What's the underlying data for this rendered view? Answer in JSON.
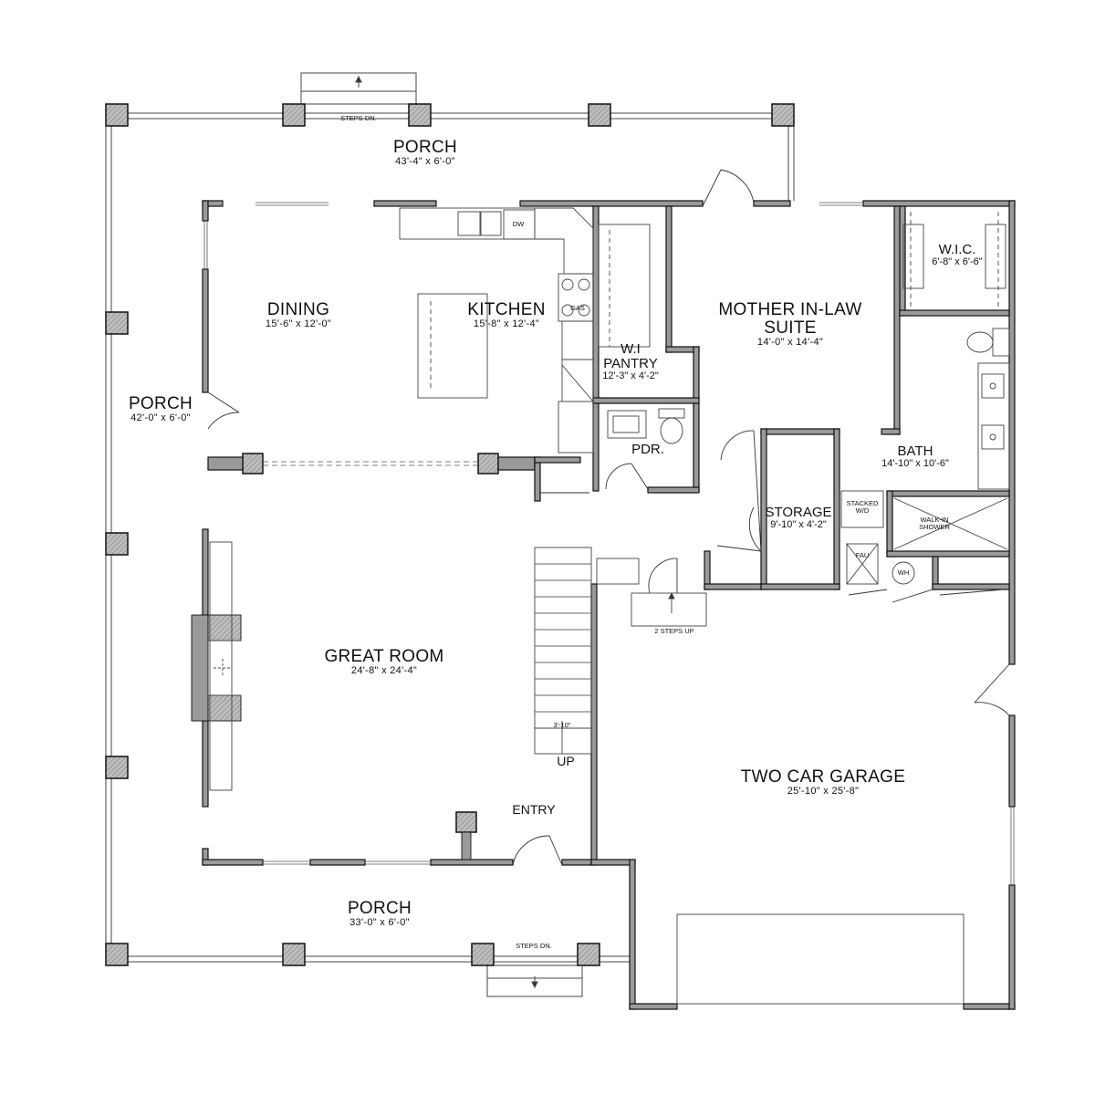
{
  "rooms": {
    "porch_top": {
      "name": "PORCH",
      "dims": "43'-4\" x 6'-0\""
    },
    "porch_left": {
      "name": "PORCH",
      "dims": "42'-0\" x 6'-0\""
    },
    "porch_bottom": {
      "name": "PORCH",
      "dims": "33'-0\" x 6'-0\""
    },
    "dining": {
      "name": "DINING",
      "dims": "15'-6\" x 12'-0\""
    },
    "kitchen": {
      "name": "KITCHEN",
      "dims": "15'-8\" x 12'-4\""
    },
    "pantry": {
      "name_line1": "W.I",
      "name_line2": "PANTRY",
      "dims": "12'-3\" x 4'-2\""
    },
    "pdr": {
      "name": "PDR."
    },
    "suite": {
      "name_line1": "MOTHER IN-LAW",
      "name_line2": "SUITE",
      "dims": "14'-0\" x 14'-4\""
    },
    "wic": {
      "name": "W.I.C.",
      "dims": "6'-8\" x 6'-6\""
    },
    "bath": {
      "name": "BATH",
      "dims": "14'-10\" x 10'-6\""
    },
    "storage": {
      "name": "STORAGE",
      "dims": "9'-10\" x 4'-2\""
    },
    "great_room": {
      "name": "GREAT ROOM",
      "dims": "24'-8\" x 24'-4\""
    },
    "garage": {
      "name": "TWO CAR GARAGE",
      "dims": "25'-10\" x 25'-8\""
    }
  },
  "notes": {
    "steps_dn_top": "STEPS DN.",
    "steps_dn_bottom": "STEPS DN.",
    "two_steps_up": "2 STEPS UP",
    "stair_width": "3'-10\"",
    "stair_up": "UP",
    "entry": "ENTRY",
    "dw": "DW",
    "gas": "GAS",
    "stacked_line1": "STACKED",
    "stacked_line2": "W/D",
    "shower_line1": "WALK-IN",
    "shower_line2": "SHOWER",
    "fau": "FAU",
    "wh": "WH"
  },
  "colors": {
    "wall_fill": "#9a9a9a",
    "wall_stroke": "#111111",
    "line": "#333333",
    "background": "#ffffff"
  }
}
